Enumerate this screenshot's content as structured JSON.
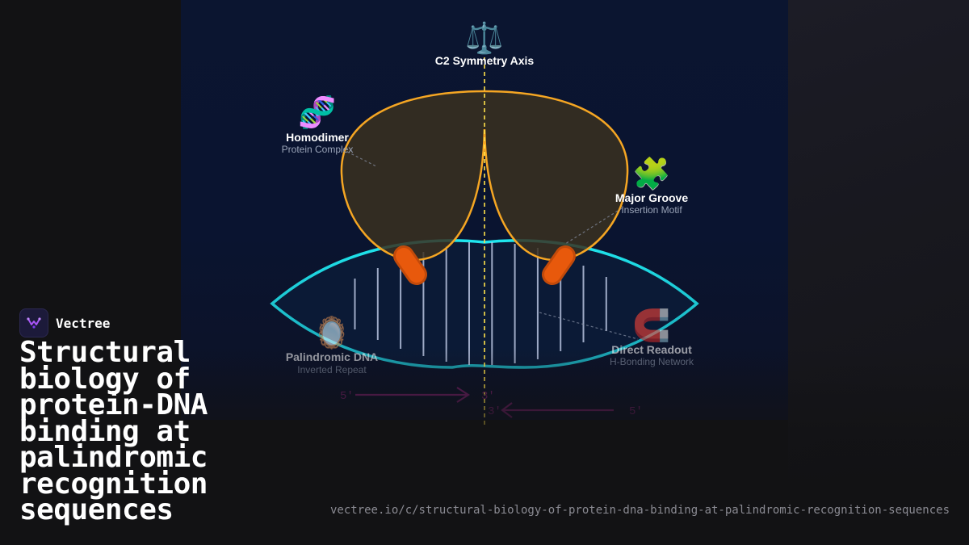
{
  "brand": {
    "name": "Vectree"
  },
  "title": "Structural biology of protein-DNA binding at palindromic recognition sequences",
  "url": "vectree.io/c/structural-biology-of-protein-dna-binding-at-palindromic-recognition-sequences",
  "diagram": {
    "axis": {
      "icon": "balance-scale-icon",
      "glyph": "⚖️",
      "title": "C2 Symmetry Axis"
    },
    "homodimer": {
      "icon": "dna-icon",
      "glyph": "🧬",
      "title": "Homodimer",
      "subtitle": "Protein Complex"
    },
    "major_groove": {
      "icon": "puzzle-piece-icon",
      "glyph": "🧩",
      "title": "Major Groove",
      "subtitle": "Insertion Motif"
    },
    "palindromic": {
      "icon": "mirror-icon",
      "glyph": "🪞",
      "title": "Palindromic DNA",
      "subtitle": "Inverted Repeat"
    },
    "readout": {
      "icon": "magnet-icon",
      "glyph": "🧲",
      "title": "Direct Readout",
      "subtitle": "H-Bonding Network"
    },
    "strands": {
      "top_left": "5'",
      "top_right": "3'",
      "bottom_left": "3'",
      "bottom_right": "5'"
    }
  },
  "colors": {
    "protein_outline": "#f5a623",
    "dna_outline": "#1fe0e6",
    "helix_insert": "#e8590c",
    "axis": "#ffe14a",
    "strand_arrow": "#6a1e60"
  }
}
